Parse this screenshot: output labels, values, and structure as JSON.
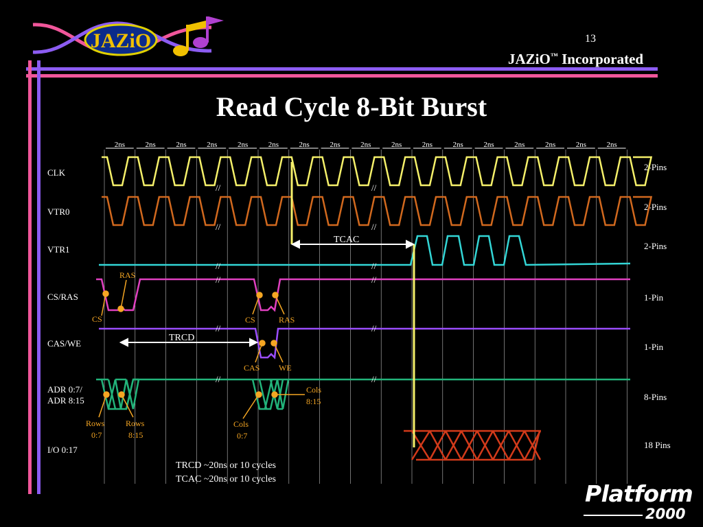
{
  "page_number": "13",
  "company": {
    "name": "JAZiO",
    "tm": "™",
    "suffix": " Incorporated"
  },
  "logo": {
    "text": "JAZiO",
    "music_icon": "music-notes-icon"
  },
  "title": "Read Cycle 8-Bit Burst",
  "cycle_label": "2ns",
  "cycle_count": 17,
  "signals": [
    {
      "name": "CLK",
      "pins": "2-Pins"
    },
    {
      "name": "VTR0",
      "pins": "2-Pins"
    },
    {
      "name": "VTR1",
      "pins": "2-Pins"
    },
    {
      "name": "CS/RAS",
      "pins": "1-Pin"
    },
    {
      "name": "CAS/WE",
      "pins": "1-Pin"
    },
    {
      "name": "ADR 0:7/",
      "name2": "ADR 8:15",
      "pins": "8-Pins"
    },
    {
      "name": "I/O 0:17",
      "pins": "18 Pins"
    }
  ],
  "annotations": {
    "tcac": "TCAC",
    "trcd": "TRCD",
    "ras1": "RAS",
    "cs1": "CS",
    "cs2": "CS",
    "ras2": "RAS",
    "cas": "CAS",
    "we": "WE",
    "rows07_a": "Rows",
    "rows07_b": "0:7",
    "rows815_a": "Rows",
    "rows815_b": "8:15",
    "cols07_a": "Cols",
    "cols07_b": "0:7",
    "cols815_a": "Cols",
    "cols815_b": "8:15",
    "break_mark": "//"
  },
  "notes": [
    "TRCD ~20ns or 10 cycles",
    "TCAC ~20ns or 10 cycles"
  ],
  "footer": {
    "platform": "Platform",
    "year": "2000"
  },
  "colors": {
    "clk": "#f5f06a",
    "vtr0": "#d2691e",
    "vtr1": "#33d6d6",
    "csras": "#e040c0",
    "caswe": "#9b4dff",
    "adr": "#22b37a",
    "io": "#d23a1a",
    "annot": "#f5a623",
    "rail_purple": "#8c5cf2",
    "rail_pink": "#f0569a"
  }
}
